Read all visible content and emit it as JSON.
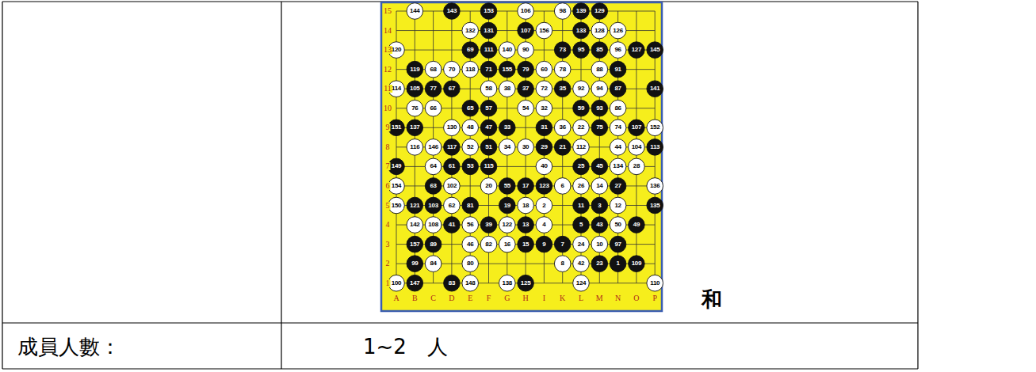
{
  "diagram": {
    "labels": [
      "15",
      "144",
      "143",
      "153",
      "106",
      "98",
      "139",
      "129",
      "14",
      "132",
      "131",
      "107",
      "156",
      "133",
      "128",
      "126",
      "13",
      "120",
      "69",
      "111",
      "140",
      "90",
      "73",
      "95",
      "85",
      "96",
      "127",
      "145",
      "12",
      "119",
      "68",
      "70",
      "118",
      "71",
      "155",
      "79",
      "60",
      "78",
      "88",
      "91",
      "11",
      "114",
      "105",
      "77",
      "67",
      "58",
      "38",
      "37",
      "72",
      "35",
      "92",
      "94",
      "87",
      "141",
      "10",
      "76",
      "66",
      "65",
      "57",
      "54",
      "32",
      "59",
      "93",
      "86",
      "9",
      "151",
      "137",
      "130",
      "48",
      "47",
      "33",
      "31",
      "36",
      "22",
      "75",
      "74",
      "107",
      "152",
      "8",
      "116",
      "146",
      "117",
      "52",
      "51",
      "34",
      "30",
      "29",
      "21",
      "112",
      "44",
      "104",
      "113",
      "7",
      "149",
      "64",
      "61",
      "53",
      "115",
      "40",
      "25",
      "45",
      "134",
      "28",
      "6",
      "154",
      "63",
      "102",
      "20",
      "55",
      "17",
      "123",
      "6",
      "26",
      "14",
      "27",
      "136",
      "5",
      "150",
      "121",
      "103",
      "62",
      "81",
      "19",
      "18",
      "2",
      "11",
      "3",
      "12",
      "135",
      "4",
      "142",
      "108",
      "41",
      "56",
      "39",
      "122",
      "13",
      "4",
      "5",
      "43",
      "50",
      "49",
      "3",
      "157",
      "89",
      "46",
      "82",
      "16",
      "15",
      "9",
      "7",
      "24",
      "10",
      "97",
      "2",
      "99",
      "84",
      "80",
      "8",
      "42",
      "23",
      "1",
      "109",
      "1",
      "100",
      "147",
      "83",
      "148",
      "138",
      "125",
      "124",
      "110",
      "A",
      "B",
      "C",
      "D",
      "E",
      "F",
      "G",
      "H",
      "I",
      "K",
      "L",
      "M",
      "N",
      "O",
      "P",
      "和",
      "成員人數：",
      "1~2　人"
    ]
  }
}
